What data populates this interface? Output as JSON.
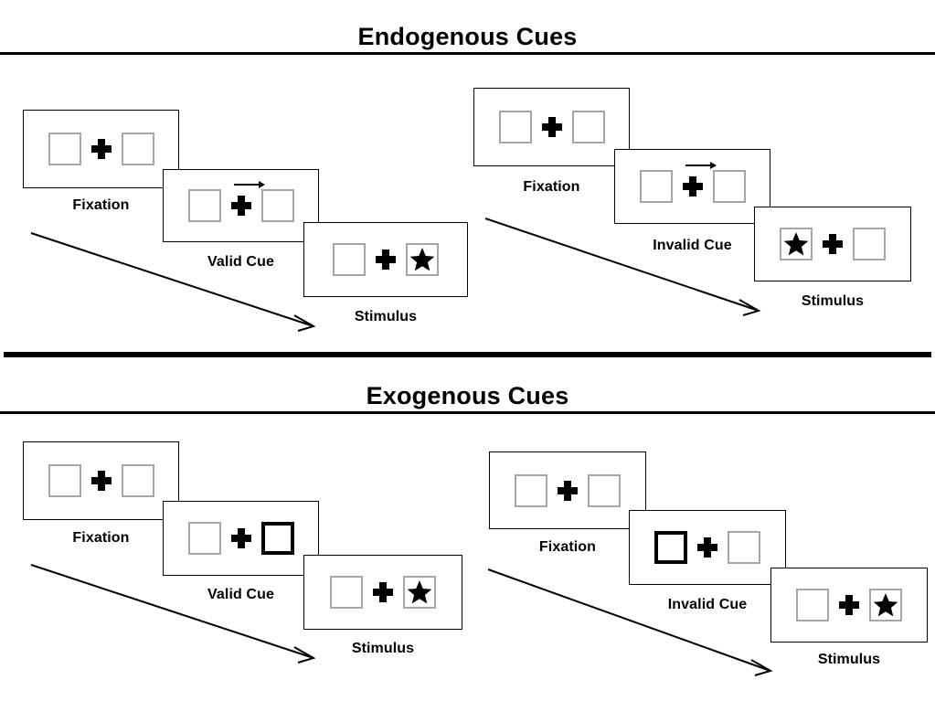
{
  "figure": {
    "background": "#ffffff",
    "box_border_color": "#a6a6a6",
    "cue_highlight_color": "#000000",
    "stroke_color": "#000000"
  },
  "sections": [
    {
      "id": "endogenous",
      "title": "Endogenous Cues",
      "cue_type": "arrow",
      "sequences": [
        {
          "id": "endogenous-valid",
          "frames": [
            {
              "label": "Fixation",
              "left_box": "empty",
              "right_box": "empty",
              "arrow": "none",
              "star": "none"
            },
            {
              "label": "Valid Cue",
              "left_box": "empty",
              "right_box": "empty",
              "arrow": "right",
              "star": "none"
            },
            {
              "label": "Stimulus",
              "left_box": "empty",
              "right_box": "star",
              "arrow": "none",
              "star": "right"
            }
          ]
        },
        {
          "id": "endogenous-invalid",
          "frames": [
            {
              "label": "Fixation",
              "left_box": "empty",
              "right_box": "empty",
              "arrow": "none",
              "star": "none"
            },
            {
              "label": "Invalid Cue",
              "left_box": "empty",
              "right_box": "empty",
              "arrow": "right",
              "star": "none"
            },
            {
              "label": "Stimulus",
              "left_box": "star",
              "right_box": "empty",
              "arrow": "none",
              "star": "left"
            }
          ]
        }
      ]
    },
    {
      "id": "exogenous",
      "title": "Exogenous Cues",
      "cue_type": "box-flash",
      "sequences": [
        {
          "id": "exogenous-valid",
          "frames": [
            {
              "label": "Fixation",
              "left_box": "empty",
              "right_box": "empty",
              "arrow": "none",
              "star": "none"
            },
            {
              "label": "Valid Cue",
              "left_box": "empty",
              "right_box": "highlight",
              "arrow": "none",
              "star": "none"
            },
            {
              "label": "Stimulus",
              "left_box": "empty",
              "right_box": "star",
              "arrow": "none",
              "star": "right"
            }
          ]
        },
        {
          "id": "exogenous-invalid",
          "frames": [
            {
              "label": "Fixation",
              "left_box": "empty",
              "right_box": "empty",
              "arrow": "none",
              "star": "none"
            },
            {
              "label": "Invalid Cue",
              "left_box": "highlight",
              "right_box": "empty",
              "arrow": "none",
              "star": "none"
            },
            {
              "label": "Stimulus",
              "left_box": "empty",
              "right_box": "star",
              "arrow": "none",
              "star": "right"
            }
          ]
        }
      ]
    }
  ],
  "time_arrows": [
    {
      "id": "endogenous-valid-timeline",
      "direction": "down-right"
    },
    {
      "id": "endogenous-invalid-timeline",
      "direction": "down-right"
    },
    {
      "id": "exogenous-valid-timeline",
      "direction": "down-right"
    },
    {
      "id": "exogenous-invalid-timeline",
      "direction": "down-right"
    }
  ],
  "divider": {
    "present": true,
    "thickness": 6
  }
}
